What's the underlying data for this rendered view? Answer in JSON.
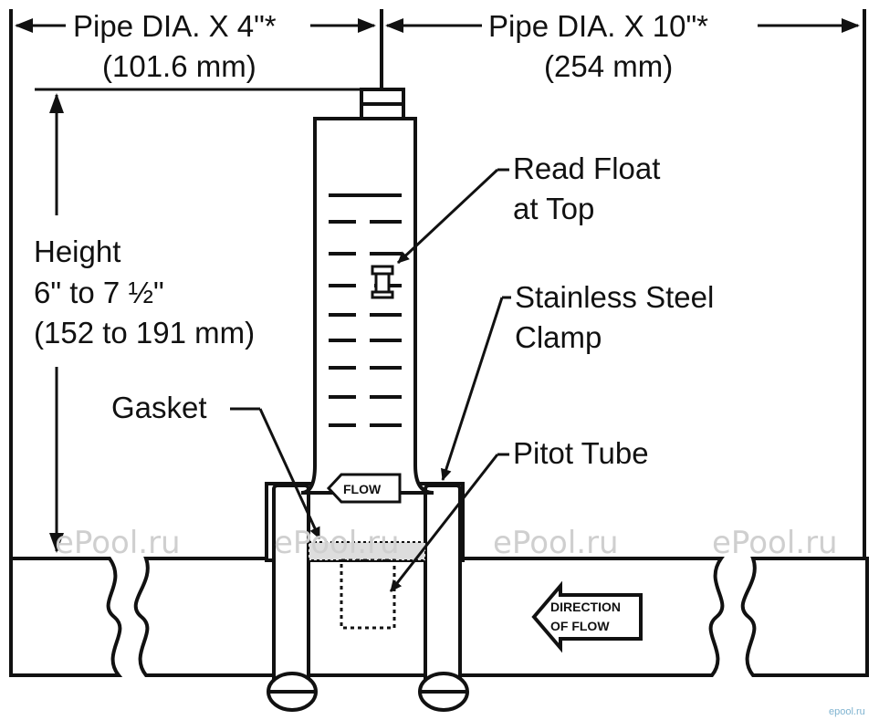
{
  "dims": {
    "left_line1": "Pipe DIA. X 4\"*",
    "left_line2": "(101.6 mm)",
    "right_line1": "Pipe DIA. X 10\"*",
    "right_line2": "(254 mm)"
  },
  "height": {
    "line1": "Height",
    "line2": "6\" to 7 ½\"",
    "line3": "(152 to 191 mm)"
  },
  "callouts": {
    "read_float_1": "Read Float",
    "read_float_2": "at Top",
    "clamp_1": "Stainless Steel",
    "clamp_2": "Clamp",
    "gasket": "Gasket",
    "pitot": "Pitot Tube"
  },
  "tube_label": "FLOW",
  "direction": {
    "line1": "DIRECTION",
    "line2": "OF FLOW"
  },
  "watermark": {
    "text": "ePool.ru",
    "corner": "epool.ru"
  },
  "colors": {
    "ink": "#111111",
    "watermark": "#cfcfcf",
    "corner_watermark": "#7fb3d0"
  }
}
